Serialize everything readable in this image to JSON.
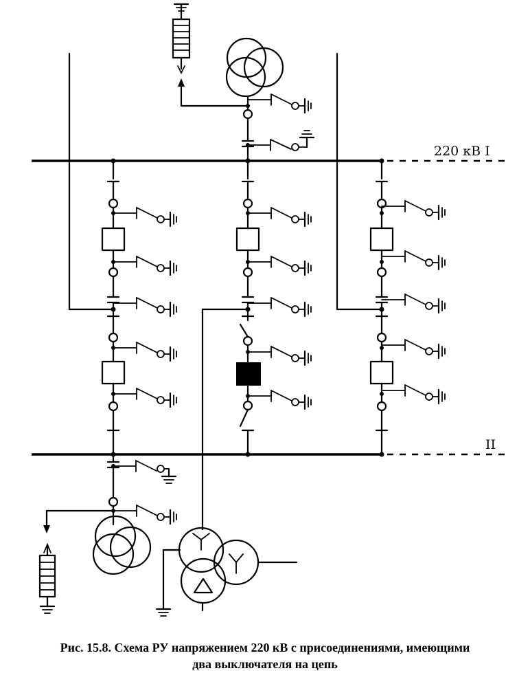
{
  "labels": {
    "bus1": "220 кВ  I",
    "bus2": "II"
  },
  "caption": {
    "line1": "Рис. 15.8. Схема РУ напряжением 220 кВ с присоединениями, имеющими",
    "line2": "два выключателя на цепь"
  },
  "colors": {
    "ink": "#000000",
    "paper": "#ffffff"
  }
}
